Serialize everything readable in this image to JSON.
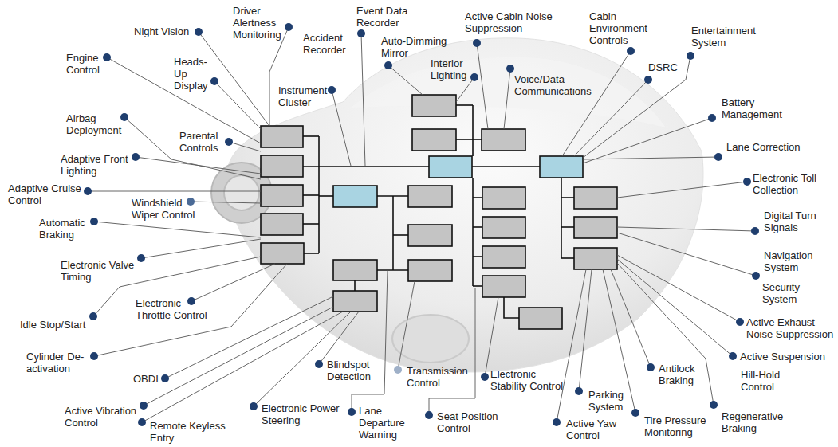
{
  "diagram": {
    "labels": [
      "Night Vision",
      "Driver Alertness Monitoring",
      "Accident Recorder",
      "Event Data Recorder",
      "Auto-Dimming Mirror",
      "Active Cabin Noise Suppression",
      "Interior Lighting",
      "Voice/Data Communications",
      "Cabin Environment Controls",
      "DSRC",
      "Entertainment System",
      "Battery Management",
      "Lane Correction",
      "Electronic Toll Collection",
      "Digital Turn Signals",
      "Navigation System",
      "Security System",
      "Active Exhaust Noise Suppression",
      "Active Suspension",
      "Hill-Hold Control",
      "Regenerative Braking",
      "Tire Pressure Monitoring",
      "Antilock Braking",
      "Parking System",
      "Active Yaw Control",
      "Electronic Stability Control",
      "Seat Position Control",
      "Transmission Control",
      "Lane Departure Warning",
      "Blindspot Detection",
      "Electronic Power Steering",
      "Remote Keyless Entry",
      "Active Vibration Control",
      "OBDI",
      "Cylinder De-activation",
      "Idle Stop/Start",
      "Electronic Throttle Control",
      "Electronic Valve Timing",
      "Automatic Braking",
      "Windshield Wiper Control",
      "Adaptive Cruise Control",
      "Adaptive Front Lighting",
      "Parental Controls",
      "Airbag Deployment",
      "Engine Control",
      "Heads-Up Display",
      "Instrument Cluster"
    ]
  }
}
